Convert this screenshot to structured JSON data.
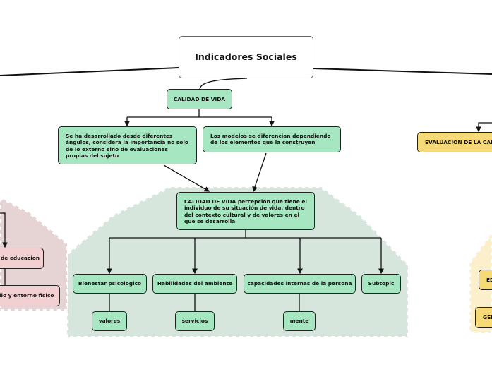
{
  "root": {
    "label": "Indicadores Sociales"
  },
  "calidad_de_vida": {
    "label": "CALIDAD DE VIDA"
  },
  "description_a": "Se ha desarrollado desde diferentes ángulos, considera la importancia no solo de lo externo  sino de evaluaciones propias del sujeto",
  "description_b": "Los modelos se diferencian dependiendo de los elementos que la construyen",
  "central": "CALIDAD DE VIDA percepción que tiene el individuo de su situación de vida, dentro del contexto cultural y de valores en el que se desarrolla",
  "subtopics": [
    {
      "label": "Bienestar psicologico",
      "child": "valores"
    },
    {
      "label": "Habilidades del ambiente",
      "child": "servicios"
    },
    {
      "label": "capacidades internas de la persona",
      "child": "mente"
    },
    {
      "label": "Subtopic"
    }
  ],
  "left_branch": {
    "items": [
      "de educacion",
      "llo  y entorno fisico"
    ]
  },
  "right_branch": {
    "title": "EVALUACION DE LA CALIDAD",
    "items": [
      "EDUCACION",
      "GENERO"
    ]
  },
  "colors": {
    "green": "#a6e6c0",
    "green_region": "#d6e6dc",
    "pink": "#f2cfd0",
    "pink_region": "#e6d4d4",
    "yellow": "#f6da78",
    "yellow_region": "#fcf0cc"
  }
}
